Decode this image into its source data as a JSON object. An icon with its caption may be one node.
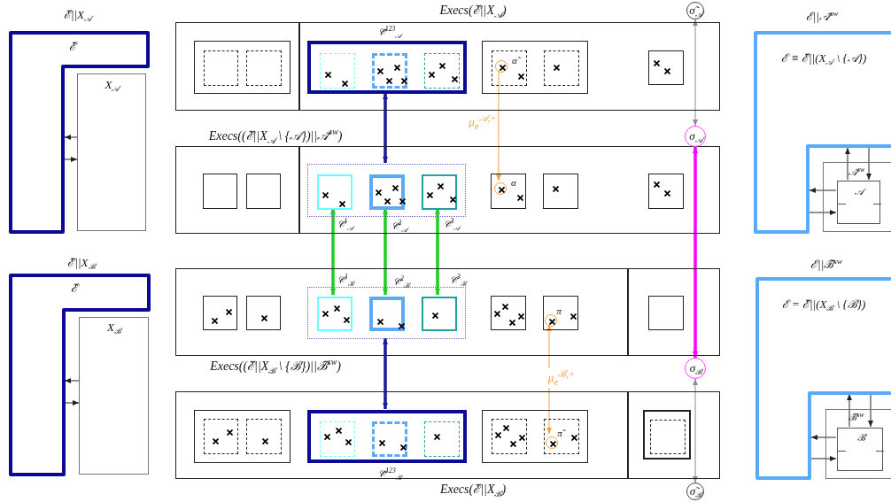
{
  "diagram": {
    "nodes": [
      {
        "text": [
          "ℰ̃||X$_{𝒜}$",
          "ℰ̃"
        ]
      },
      {
        "text": [
          "X$_{𝒜}$"
        ]
      },
      {
        "text": [
          "Execs(ℰ̃||X$_{𝒜}$)"
        ]
      },
      {
        "text": [],
        "shape": "box",
        "in": 2
      },
      {
        "text": [],
        "shape": "box",
        "in": 3
      },
      {
        "text": [],
        "shape": "box",
        "in": 3
      },
      {
        "text": [
          "𝒞̃$^{123}$$_{𝒜}$"
        ],
        "in": 2
      },
      {
        "text": [],
        "shape": "box",
        "in": 6
      },
      {
        "text": [],
        "shape": "box",
        "in": 6
      },
      {
        "text": [],
        "shape": "box",
        "in": 6
      },
      {
        "text": [],
        "shape": "box",
        "in": 2
      },
      {
        "text": [],
        "shape": "box",
        "in": 10
      },
      {
        "text": [],
        "shape": "circle",
        "in": 11,
        "beside": [
          "α̃"
        ]
      },
      {
        "text": [],
        "shape": "box",
        "in": 10
      },
      {
        "text": [],
        "shape": "box",
        "in": 2
      },
      {
        "text": [
          "σ̃$_{𝒜}$"
        ]
      },
      {
        "text": [
          "ℰ||𝒜̃$^{sw}$",
          "ℰ ≡ ℰ̃||(X$_{𝒜}$ \\ {𝒜})"
        ]
      },
      {
        "text": [
          "𝒜̃$^{sw}$"
        ]
      },
      {
        "text": [
          "𝒜"
        ],
        "in": 17
      },
      {
        "text": [
          "Execs((ℰ̃||X$_{𝒜}$ \\ {𝒜})||𝒜̃$^{sw}$)"
        ]
      },
      {
        "text": [],
        "shape": "box",
        "in": 19
      },
      {
        "text": [],
        "shape": "box",
        "in": 19
      },
      {
        "text": [],
        "shape": "box",
        "in": 19
      },
      {
        "text": [],
        "shape": "box",
        "in": 22,
        "beside": [
          "𝒞$^{1}$$_{𝒜}$"
        ]
      },
      {
        "text": [],
        "shape": "box",
        "in": 22,
        "beside": [
          "𝒞$^{2}$$_{𝒜}$"
        ]
      },
      {
        "text": [],
        "shape": "box",
        "in": 22,
        "beside": [
          "𝒞$^{3}$$_{𝒜}$"
        ]
      },
      {
        "text": [],
        "shape": "box",
        "in": 19
      },
      {
        "text": [],
        "shape": "circle",
        "in": 26,
        "beside": [
          "α"
        ]
      },
      {
        "text": [],
        "shape": "box",
        "in": 19
      },
      {
        "text": [],
        "shape": "box",
        "in": 19
      },
      {
        "text": [
          "σ$_{𝒜}$"
        ]
      },
      {
        "text": [
          "ℰ̃||X$_{ℬ}$",
          "ℰ̃"
        ]
      },
      {
        "text": [
          "X$_{ℬ}$"
        ]
      },
      {
        "text": [
          "ℰ||ℬ̃$^{sw}$",
          "ℰ = ℰ̃||(X$_{ℬ}$ \\ {ℬ})"
        ]
      },
      {
        "text": [
          "ℬ̃$^{sw}$"
        ]
      },
      {
        "text": [
          "ℬ"
        ],
        "in": 34
      },
      {
        "text": [
          "Execs((ℰ̃||X$_{ℬ}$ \\ {ℬ})||ℬ̃$^{sw}$)"
        ]
      },
      {
        "text": [],
        "shape": "box",
        "in": 36
      },
      {
        "text": [],
        "shape": "box",
        "in": 36
      },
      {
        "text": [],
        "shape": "box",
        "in": 36
      },
      {
        "text": [],
        "shape": "box",
        "in": 39,
        "beside": [
          "𝒞$^{1}$$_{ℬ}$"
        ]
      },
      {
        "text": [],
        "shape": "box",
        "in": 39,
        "beside": [
          "𝒞$^{2}$$_{ℬ}$"
        ]
      },
      {
        "text": [],
        "shape": "box",
        "in": 39,
        "beside": [
          "𝒞$^{3}$$_{ℬ}$"
        ]
      },
      {
        "text": [],
        "shape": "box",
        "in": 36
      },
      {
        "text": [],
        "shape": "box",
        "in": 36
      },
      {
        "text": [],
        "shape": "circle",
        "in": 44,
        "beside": [
          "π"
        ]
      },
      {
        "text": [],
        "shape": "box",
        "in": 36
      },
      {
        "text": [
          "σ$_{ℬ}$"
        ]
      },
      {
        "text": [
          "Execs(ℰ̃||X$_{ℬ}$)"
        ]
      },
      {
        "text": [],
        "shape": "box",
        "in": 48
      },
      {
        "text": [],
        "shape": "box",
        "in": 49
      },
      {
        "text": [],
        "shape": "box",
        "in": 49
      },
      {
        "text": [
          "𝒞̃$^{123}$$_{ℬ}$"
        ],
        "in": 48
      },
      {
        "text": [],
        "shape": "box",
        "in": 52
      },
      {
        "text": [],
        "shape": "box",
        "in": 52
      },
      {
        "text": [],
        "shape": "box",
        "in": 52
      },
      {
        "text": [],
        "shape": "box",
        "in": 48
      },
      {
        "text": [],
        "shape": "box",
        "in": 56
      },
      {
        "text": [],
        "shape": "box",
        "in": 56
      },
      {
        "text": [],
        "shape": "circle",
        "in": 58,
        "beside": [
          "π̃"
        ]
      },
      {
        "text": [],
        "shape": "box",
        "in": 48
      },
      {
        "text": [],
        "shape": "box",
        "in": 60
      },
      {
        "text": [
          "σ̃$_{ℬ}$"
        ]
      }
    ],
    "edges": [
      {
        "from": 1,
        "to": 0,
        "arrow": "to"
      },
      {
        "from": 0,
        "to": 1,
        "arrow": "to"
      },
      {
        "from": 6,
        "to": 22,
        "arrow": "both",
        "style": "thick",
        "color": "#1a1a9c"
      },
      {
        "from": 12,
        "to": 27,
        "arrow": "to",
        "label": "μ$_{e}$$^{𝒜,+}$",
        "color": "#f5a142"
      },
      {
        "from": 30,
        "to": 15,
        "arrow": "both",
        "color": "#8c8c8c"
      },
      {
        "from": 47,
        "to": 30,
        "arrow": "both",
        "style": "thick",
        "color": "#ff00ff"
      },
      {
        "from": 40,
        "to": 23,
        "arrow": "both",
        "style": "thick",
        "color": "#22cc22"
      },
      {
        "from": 41,
        "to": 24,
        "arrow": "both",
        "style": "thick",
        "color": "#22cc22"
      },
      {
        "from": 42,
        "to": 25,
        "arrow": "both",
        "style": "thick",
        "color": "#22cc22"
      },
      {
        "from": 39,
        "to": 52,
        "arrow": "both",
        "style": "thick",
        "color": "#1a1a9c"
      },
      {
        "from": 59,
        "to": 45,
        "arrow": "both",
        "label": "μ$_{e}$$^{ℬ,+}$",
        "color": "#f5a142"
      },
      {
        "from": 47,
        "to": 62,
        "arrow": "both",
        "color": "#8c8c8c"
      },
      {
        "from": 18,
        "to": 16,
        "arrow": "to"
      },
      {
        "from": 16,
        "to": 18,
        "arrow": "to"
      },
      {
        "from": 18,
        "to": 16,
        "arrow": "to"
      },
      {
        "from": 16,
        "to": 18,
        "arrow": "to"
      },
      {
        "from": 32,
        "to": 31,
        "arrow": "to"
      },
      {
        "from": 31,
        "to": 32,
        "arrow": "to"
      },
      {
        "from": 35,
        "to": 33,
        "arrow": "to"
      },
      {
        "from": 33,
        "to": 35,
        "arrow": "to"
      },
      {
        "from": 35,
        "to": 33,
        "arrow": "to"
      },
      {
        "from": 33,
        "to": 35,
        "arrow": "to"
      }
    ]
  }
}
